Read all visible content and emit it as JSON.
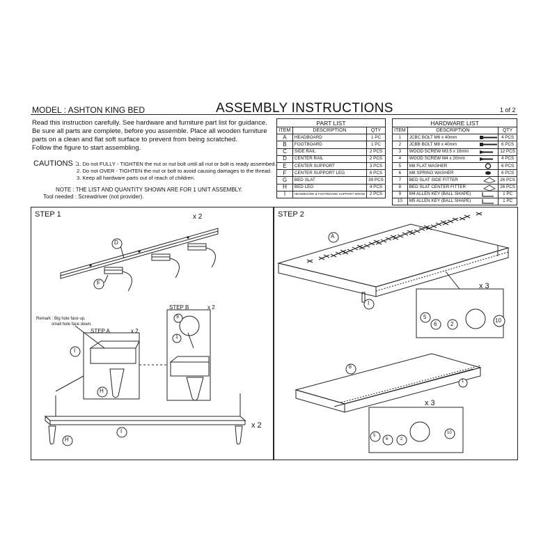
{
  "header": {
    "model": "MODEL : ASHTON KING BED",
    "title": "ASSEMBLY INSTRUCTIONS",
    "page": "1 of 2"
  },
  "intro": {
    "lines": [
      "Read this instruction carefully. See hardware and furniture part list for guidance.",
      "Be sure all parts are complete, before you assemble. Place all wooden furniture",
      "parts on a clean and flat soft surface to prevent from being scratched.",
      "Follow the figure to start assembling."
    ]
  },
  "cautions": {
    "label": "CAUTIONS :",
    "items": [
      "1. Do not FULLY - TIGHTEN the nut or nut bolt until all nut or bolt is ready assembed.",
      "2. Do not OVER - TIGHTEN the nut or bolt to avoid causing damages to the thread.",
      "3. Keep all hardware parts out of reach of children."
    ]
  },
  "note": "NOTE : THE LIST AND QUANTITY SHOWN ARE FOR 1 UNIT ASSEMBLY.",
  "tool_needed": "Tool needed : Screwdriver (not provider).",
  "part_list": {
    "title": "PART LIST",
    "columns": [
      "ITEM",
      "DESCRIPTION",
      "QTY"
    ],
    "rows": [
      [
        "A",
        "HEADBOARD",
        "1 PC"
      ],
      [
        "B",
        "FOOTBOARD",
        "1 PC"
      ],
      [
        "C",
        "SIDE RAIL",
        "2 PCS"
      ],
      [
        "D",
        "CENTER RAIL",
        "2 PCS"
      ],
      [
        "E",
        "CENTER SUPPORT",
        "3 PCS"
      ],
      [
        "F",
        "CENTER SUPPORT LEG",
        "6 PCS"
      ],
      [
        "G",
        "BED SLAT",
        "39 PCS"
      ],
      [
        "H",
        "BED LEG",
        "4 PCS"
      ],
      [
        "I",
        "HEADBOARD & FOOTBOARD SUPPORT WOOD",
        "2 PCS"
      ]
    ]
  },
  "hardware_list": {
    "title": "HARDWARE LIST",
    "columns": [
      "ITEM",
      "DESCRIPTION",
      "QTY"
    ],
    "rows": [
      [
        "1",
        "JCBC BOLT M6 x 40mm",
        "4 PCS",
        "bolt-icon"
      ],
      [
        "2",
        "JCBB BOLT M8 x 40mm",
        "6 PCS",
        "bolt-icon"
      ],
      [
        "3",
        "WOOD SCREW M3.5 x 16mm",
        "12 PCS",
        "screw-icon"
      ],
      [
        "4",
        "WOOD SCREW M4 x 20mm",
        "4 PCS",
        "screw-icon"
      ],
      [
        "5",
        "M8 FLAT WASHER",
        "6 PCS",
        "washer-icon"
      ],
      [
        "6",
        "M8 SPRING WASHER",
        "6 PCS",
        "spring-washer-icon"
      ],
      [
        "7",
        "BED SLAT SIDE FITTER",
        "26 PCS",
        "fitter-icon"
      ],
      [
        "8",
        "BED SLAT CENTER FITTER",
        "26 PCS",
        "fitter-icon"
      ],
      [
        "9",
        "M4 ALLEN KEY (BALL SHAPE)",
        "1 PC",
        "allen-key-icon"
      ],
      [
        "10",
        "M5 ALLEN KEY (BALL SHAPE)",
        "1 PC",
        "allen-key-icon"
      ]
    ]
  },
  "step1": {
    "label": "STEP 1",
    "multiplier_top": "x 2",
    "multiplier_bottom": "x 2",
    "remark_lines": [
      "Remark : Big hole face up,",
      "small hole face down."
    ],
    "step_a": {
      "label": "STEP A",
      "multiplier": "x 2"
    },
    "step_b": {
      "label": "STEP B",
      "multiplier": "x 2"
    },
    "callouts": {
      "D": "D",
      "F": "F",
      "I_a": "I",
      "H_a": "H",
      "I_b": "I",
      "H_b": "H",
      "n9": "9",
      "n1": "1"
    }
  },
  "step2": {
    "label": "STEP 2",
    "multiplier_a": "x 3",
    "multiplier_b": "x 3",
    "callouts": {
      "A": "A",
      "I": "I",
      "B": "B",
      "c1": "1",
      "t5": "5",
      "t6": "6",
      "t2": "2",
      "t10": "10",
      "b5": "5",
      "b6": "6",
      "b2": "2",
      "b10": "10"
    }
  }
}
